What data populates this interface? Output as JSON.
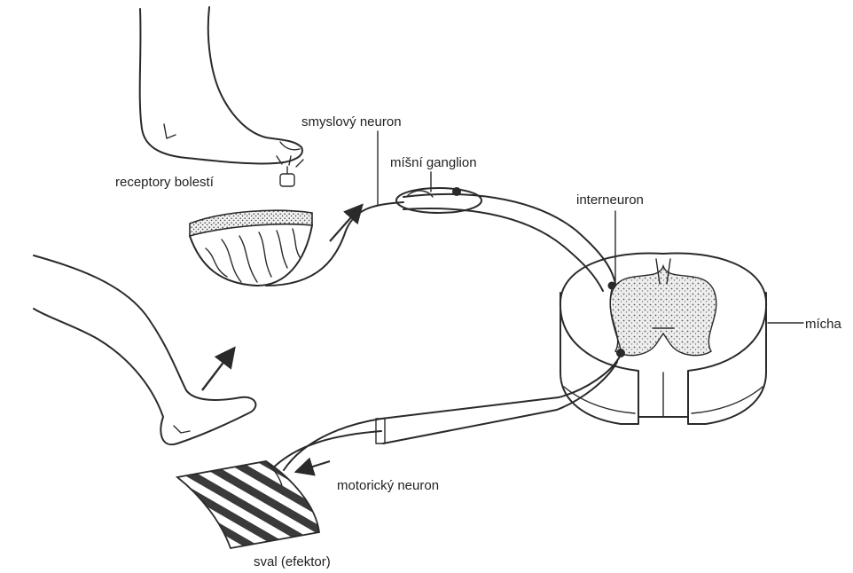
{
  "labels": {
    "sensory_neuron": "smyslový neuron",
    "spinal_ganglion": "míšní ganglion",
    "pain_receptors": "receptory bolestí",
    "interneuron": "interneuron",
    "spinal_cord": "mícha",
    "motor_neuron": "motorický neuron",
    "muscle": "sval (efektor)"
  },
  "colors": {
    "ink": "#2a2a2a",
    "grey_matter": "#d8d8d8",
    "background": "#ffffff"
  }
}
